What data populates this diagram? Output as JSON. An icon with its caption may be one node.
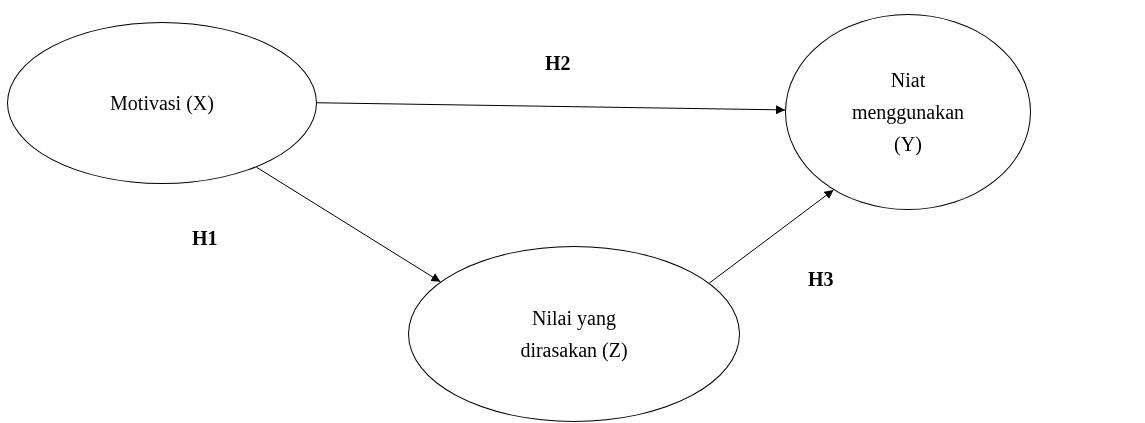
{
  "diagram": {
    "nodes": [
      {
        "text": [
          "Motivasi (X)"
        ]
      },
      {
        "text": [
          "Niat menggunakan (Y)"
        ]
      },
      {
        "text": [
          "Nilai yang dirasakan (Z)"
        ]
      }
    ],
    "edges": [
      {
        "from": 0,
        "to": 1,
        "arrow": "to",
        "label": "H2"
      },
      {
        "from": 0,
        "to": 2,
        "arrow": "to",
        "label": "H1"
      },
      {
        "from": 2,
        "to": 1,
        "arrow": "to",
        "label": "H3"
      }
    ]
  }
}
